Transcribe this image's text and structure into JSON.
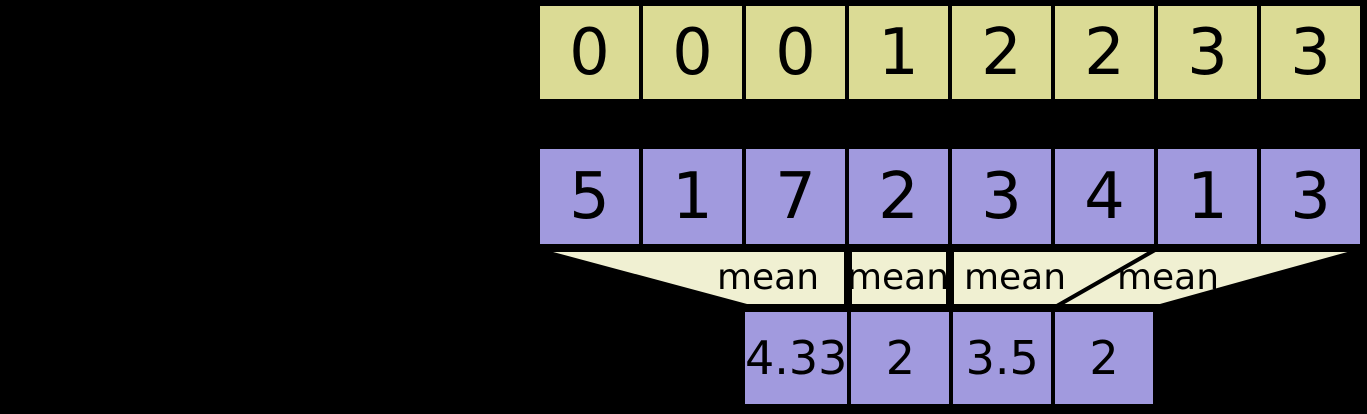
{
  "diagram": {
    "description": "Segment mean operation diagram: segment ids row, data row, mean funnels, result row",
    "colors": {
      "background": "#000000",
      "segment_ids_fill": "#dbdb95",
      "data_fill": "#a19ade",
      "funnel_fill": "#f0f0d2",
      "border": "#000000",
      "text": "#000000"
    },
    "segment_ids": {
      "values": [
        "0",
        "0",
        "0",
        "1",
        "2",
        "2",
        "3",
        "3"
      ]
    },
    "data": {
      "values": [
        "5",
        "1",
        "7",
        "2",
        "3",
        "4",
        "1",
        "3"
      ]
    },
    "operations": {
      "labels": [
        "mean",
        "mean",
        "mean",
        "mean"
      ]
    },
    "result": {
      "values": [
        "4.33",
        "2",
        "3.5",
        "2"
      ]
    }
  }
}
